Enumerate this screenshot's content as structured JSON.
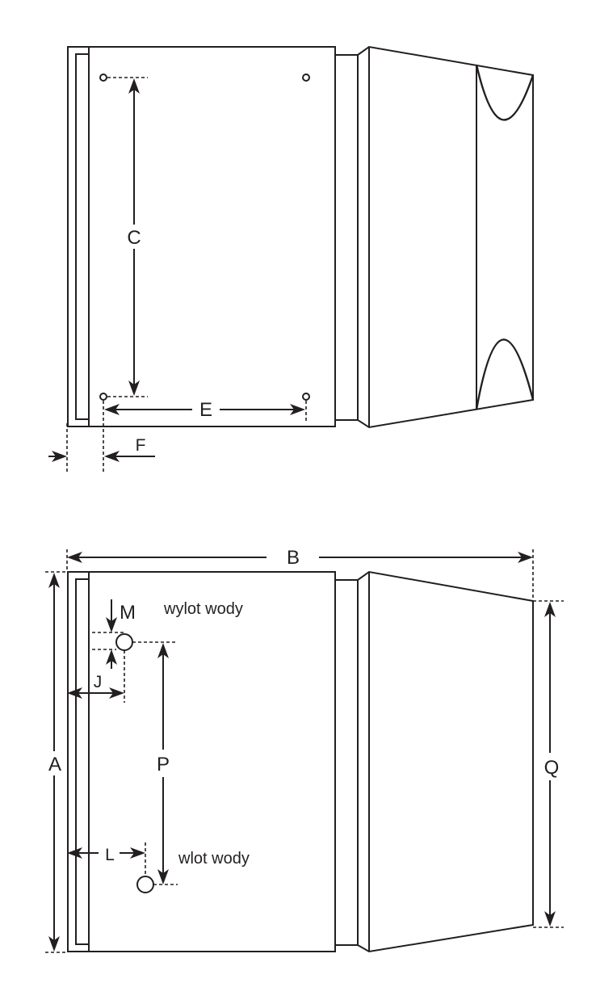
{
  "diagram": {
    "top_view": {
      "labels": {
        "c": "C",
        "e": "E",
        "f": "F"
      }
    },
    "side_view": {
      "labels": {
        "a": "A",
        "b": "B",
        "j": "J",
        "l": "L",
        "m": "M",
        "p": "P",
        "q": "Q"
      },
      "notes": {
        "water_outlet": "wylot wody",
        "water_inlet": "wlot wody"
      }
    }
  }
}
